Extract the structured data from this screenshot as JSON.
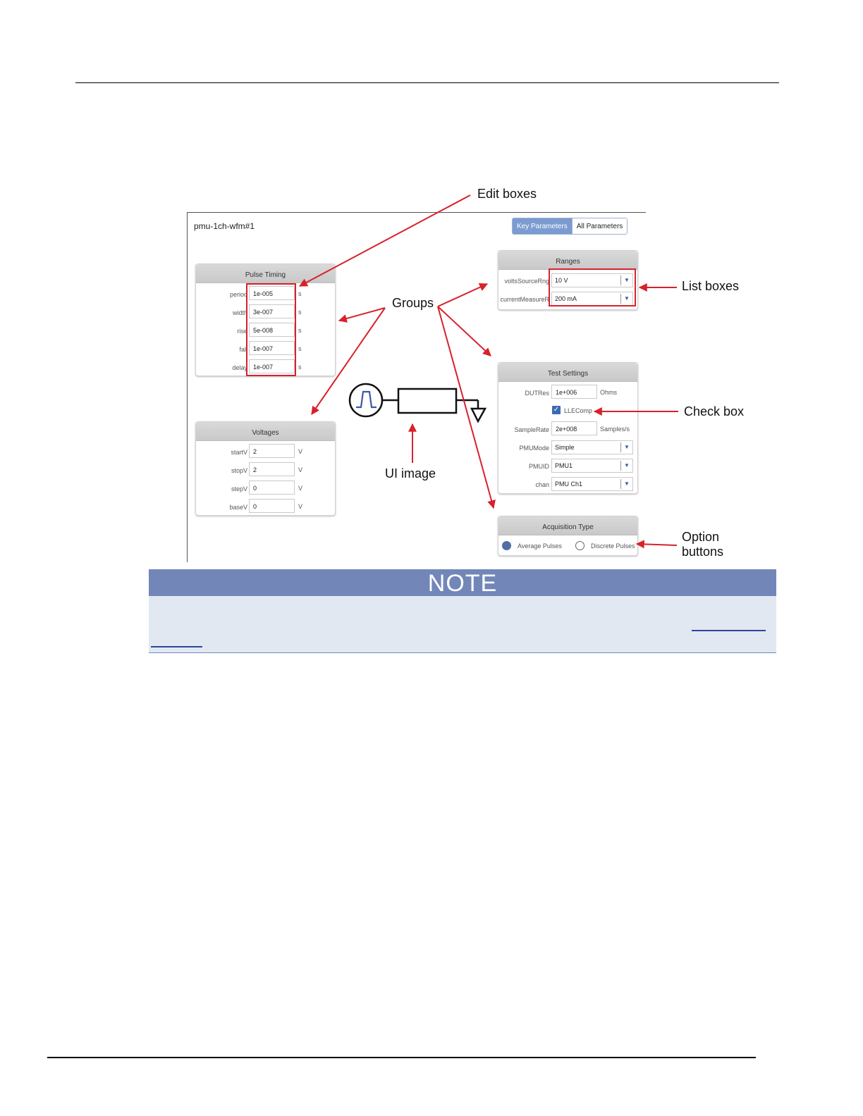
{
  "ui": {
    "title": "pmu-1ch-wfm#1",
    "tabs": [
      {
        "label": "Key Parameters"
      },
      {
        "label": "All Parameters"
      }
    ],
    "pulse_timing": {
      "title": "Pulse Timing",
      "rows": [
        {
          "label": "period",
          "value": "1e-005",
          "unit": "s"
        },
        {
          "label": "width",
          "value": "3e-007",
          "unit": "s"
        },
        {
          "label": "rise",
          "value": "5e-008",
          "unit": "s"
        },
        {
          "label": "fall",
          "value": "1e-007",
          "unit": "s"
        },
        {
          "label": "delay",
          "value": "1e-007",
          "unit": "s"
        }
      ]
    },
    "voltages": {
      "title": "Voltages",
      "rows": [
        {
          "label": "startV",
          "value": "2",
          "unit": "V"
        },
        {
          "label": "stopV",
          "value": "2",
          "unit": "V"
        },
        {
          "label": "stepV",
          "value": "0",
          "unit": "V"
        },
        {
          "label": "baseV",
          "value": "0",
          "unit": "V"
        }
      ]
    },
    "ranges": {
      "title": "Ranges",
      "rows": [
        {
          "label": "voltsSourceRng",
          "value": "10 V"
        },
        {
          "label": "currentMeasureR",
          "value": "200 mA"
        }
      ]
    },
    "test_settings": {
      "title": "Test Settings",
      "dutres": {
        "label": "DUTRes",
        "value": "1e+006",
        "unit": "Ohms"
      },
      "llecomp": {
        "label": "LLEComp",
        "checked": true
      },
      "samplerate": {
        "label": "SampleRate",
        "value": "2e+008",
        "unit": "Samples/s"
      },
      "pmumode": {
        "label": "PMUMode",
        "value": "Simple"
      },
      "pmuid": {
        "label": "PMUID",
        "value": "PMU1"
      },
      "chan": {
        "label": "chan",
        "value": "PMU Ch1"
      }
    },
    "acquisition": {
      "title": "Acquisition Type",
      "options": [
        {
          "label": "Average Pulses",
          "selected": true
        },
        {
          "label": "Discrete Pulses",
          "selected": false
        }
      ]
    }
  },
  "callouts": {
    "edit_boxes": "Edit boxes",
    "groups": "Groups",
    "list_boxes": "List boxes",
    "check_box": "Check box",
    "ui_image": "UI image",
    "option_buttons_line1": "Option",
    "option_buttons_line2": "buttons"
  },
  "note": {
    "heading": "NOTE"
  },
  "colors": {
    "arrow": "#d8212b",
    "note_header": "#7286b8",
    "note_body": "#e2e8f1",
    "tab_active": "#7b9bd1"
  }
}
